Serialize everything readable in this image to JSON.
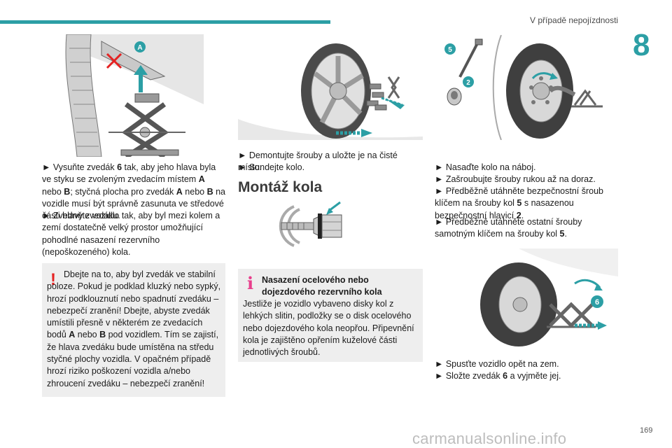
{
  "header": {
    "section_title": "V případě nepojízdnosti",
    "chapter": "8"
  },
  "figures": {
    "fig1_label": "A",
    "fig3_labels": [
      "5",
      "2"
    ],
    "fig4_label": "6"
  },
  "col1": {
    "p1": "► Vysuňte zvedák 6 tak, aby jeho hlava byla ve styku se zvoleným zvedacím místem A nebo B; styčná plocha pro zvedák A nebo B na vozidle musí být správně zasunuta ve středové části hlavy zvedáku.",
    "p2": "► Zvedněte vozidlo tak, aby byl mezi kolem a zemí dostatečně velký prostor umožňující pohodlné nasazení rezervního (nepoškozeného) kola.",
    "warn": "Dbejte na to, aby byl zvedák ve stabilní poloze. Pokud je podklad kluzký nebo sypký, hrozí podklouznutí nebo spadnutí zvedáku – nebezpečí zranění! Dbejte, abyste zvedák umístili přesně v některém ze zvedacích bodů A nebo B pod vozidlem. Tím se zajistí, že hlava zvedáku bude umístěna na středu styčné plochy vozidla. V opačném případě hrozí riziko poškození vozidla a/nebo zhroucení zvedáku – nebezpečí zranění!"
  },
  "col2": {
    "s1": "► Demontujte šrouby a uložte je na čisté místo.",
    "s2": "► Sundejte kolo.",
    "heading": "Montáž kola",
    "info_title": "Nasazení ocelového nebo dojezdového rezervního kola",
    "info_body": "Jestliže je vozidlo vybaveno disky kol z lehkých slitin, podložky se o disk ocelového nebo dojezdového kola neopřou. Připevnění kola je zajištěno opřením kuželové části jednotlivých šroubů."
  },
  "col3": {
    "s1": "► Nasaďte kolo na náboj.",
    "s2": "► Zašroubujte šrouby rukou až na doraz.",
    "s3": "► Předběžně utáhněte bezpečnostní šroub klíčem na šrouby kol 5 s nasazenou bezpečnostní hlavicí 2.",
    "s4": "► Předběžně utáhněte ostatní šrouby samotným klíčem na šrouby kol 5.",
    "s5": "► Spusťte vozidlo opět na zem.",
    "s6": "► Složte zvedák 6 a vyjměte jej."
  },
  "footer": {
    "page": "169",
    "watermark": "carmanualsonline.info"
  }
}
